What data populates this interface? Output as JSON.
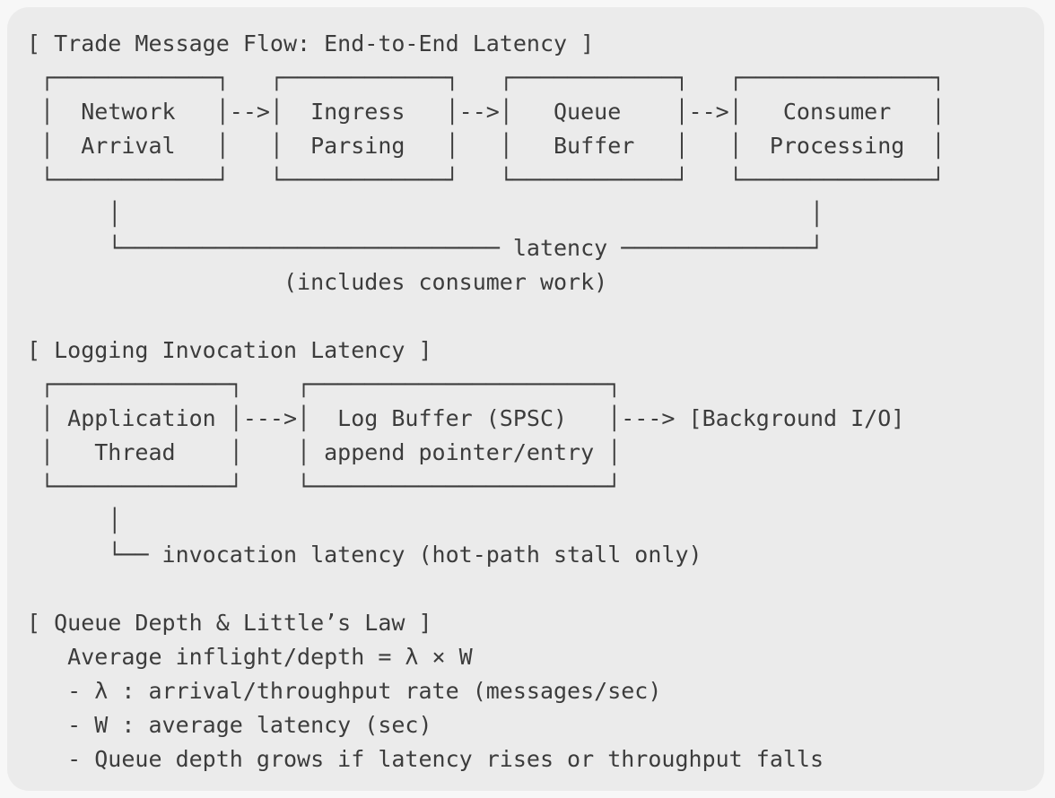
{
  "app": {
    "background": "#f7f7f7",
    "panel_background": "#ebebeb",
    "text_color": "#3c3c3c"
  },
  "sections": [
    {
      "id": "trade-message-flow",
      "title": "[ Trade Message Flow: End-to-End Latency ]",
      "art": [
        " ┌────────────┐   ┌────────────┐   ┌────────────┐   ┌──────────────┐",
        " │  Network   │-->│  Ingress   │-->│   Queue    │-->│   Consumer   │",
        " │  Arrival   │   │  Parsing   │   │   Buffer   │   │  Processing  │",
        " └────────────┘   └────────────┘   └────────────┘   └──────────────┘",
        "      │                                                   │",
        "      └──────────────────────────── latency ──────────────┘",
        "                   (includes consumer work)"
      ]
    },
    {
      "id": "logging-invocation-latency",
      "title": "[ Logging Invocation Latency ]",
      "art": [
        " ┌─────────────┐    ┌──────────────────────┐",
        " │ Application │--->│  Log Buffer (SPSC)   │---> [Background I/O]",
        " │   Thread    │    │ append pointer/entry │",
        " └─────────────┘    └──────────────────────┘",
        "      │",
        "      └── invocation latency (hot-path stall only)"
      ]
    },
    {
      "id": "queue-depth-littles-law",
      "title": "[ Queue Depth & Little’s Law ]",
      "art": [
        "   Average inflight/depth = λ × W",
        "   - λ : arrival/throughput rate (messages/sec)",
        "   - W : average latency (sec)",
        "   - Queue depth grows if latency rises or throughput falls"
      ]
    }
  ]
}
